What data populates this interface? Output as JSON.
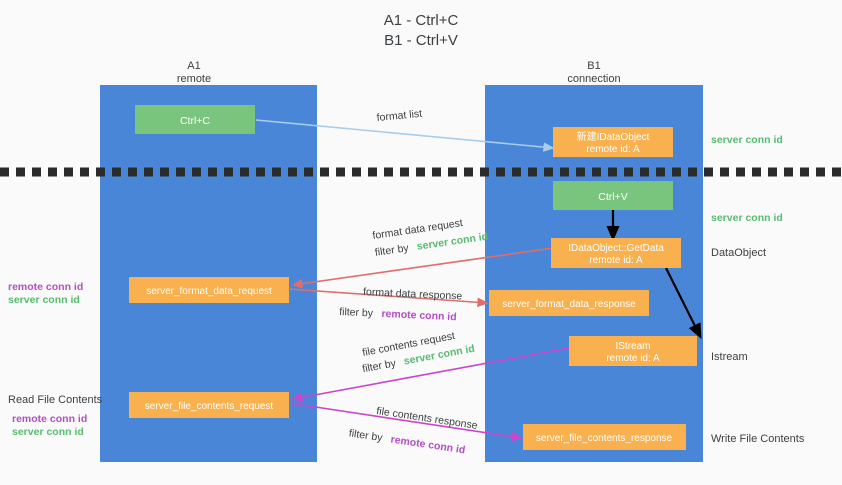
{
  "title": {
    "line1": "A1 - Ctrl+C",
    "line2": "B1 - Ctrl+V"
  },
  "colors": {
    "lane": "#4a86d8",
    "green_box": "#7ac57e",
    "orange_box": "#f9b04e",
    "server_conn_green": "#57bb6e",
    "remote_conn_purple": "#b44dc6",
    "arrow_lightblue": "#a8cdea",
    "arrow_red": "#e06c6c",
    "arrow_magenta": "#cc44cc",
    "arrow_black": "#000000",
    "background": "#fafafa",
    "text": "#3c4043"
  },
  "lanes": [
    {
      "name": "A1",
      "sub": "remote"
    },
    {
      "name": "B1",
      "sub": "connection"
    }
  ],
  "boxes": {
    "ctrl_c": {
      "label": "Ctrl+C",
      "kind": "green"
    },
    "ctrl_v": {
      "label": "Ctrl+V",
      "kind": "green"
    },
    "idataobject_new": {
      "line1": "新建IDataObject",
      "line2": "remote id: A",
      "kind": "orange"
    },
    "idataobject_getdata": {
      "line1": "IDataObject::GetData",
      "line2": "remote id: A",
      "kind": "orange"
    },
    "istream": {
      "line1": "IStream",
      "line2": "remote id: A",
      "kind": "orange"
    },
    "server_format_data_request": {
      "label": "server_format_data_request",
      "kind": "orange"
    },
    "server_format_data_response": {
      "label": "server_format_data_response",
      "kind": "orange"
    },
    "server_file_contents_request": {
      "label": "server_file_contents_request",
      "kind": "orange"
    },
    "server_file_contents_response": {
      "label": "server_file_contents_response",
      "kind": "orange"
    }
  },
  "arrow_labels": {
    "format_list": "format list",
    "format_data_request": "format data request",
    "format_data_response": "format data response",
    "file_contents_request": "file contents request",
    "file_contents_response": "file contents response",
    "filter_by": "filter by",
    "server_conn_id": "server conn id",
    "remote_conn_id": "remote conn id"
  },
  "side_labels": {
    "right_server_conn_top": "server conn id",
    "right_server_conn_mid": "server conn id",
    "right_dataobject": "DataObject",
    "right_istream": "Istream",
    "right_write_file_contents": "Write File Contents",
    "left_read_file_contents": "Read File Contents",
    "left_remote_conn_id_1": "remote conn id",
    "left_server_conn_id_1": "server conn id",
    "left_remote_conn_id_2": "remote conn id",
    "left_server_conn_id_2": "server conn id"
  }
}
